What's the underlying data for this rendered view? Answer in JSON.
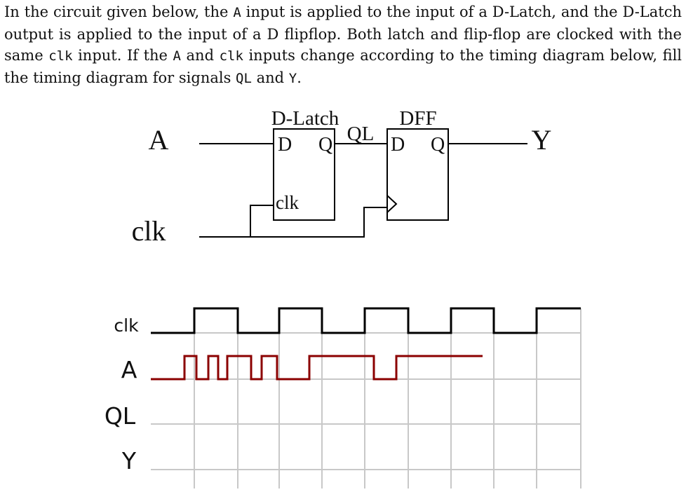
{
  "question": {
    "parts": [
      "In the circuit given below, the ",
      "A",
      " input is applied to the input of a D-Latch, and the D-Latch output is applied to the input of a D flipflop. Both latch and flip-flop are clocked with the same ",
      "clk",
      " input. If the ",
      "A",
      " and ",
      "clk",
      " inputs change according to the timing diagram below, fill the timing diagram for signals ",
      "QL",
      " and ",
      "Y",
      "."
    ]
  },
  "circuit": {
    "input_a": "A",
    "input_clk": "clk",
    "latch_title": "D-Latch",
    "latch_d": "D",
    "latch_q": "Q",
    "latch_clk": "clk",
    "wire_label": "QL",
    "dff_title": "DFF",
    "dff_d": "D",
    "dff_q": "Q",
    "output": "Y"
  },
  "timing": {
    "signals": [
      "clk",
      "A",
      "QL",
      "Y"
    ],
    "clk_edges": [
      62,
      124,
      183,
      244,
      305,
      367,
      428,
      489,
      550
    ],
    "clk_initial": 0,
    "a_edges": [
      48,
      65,
      82,
      96,
      109,
      143,
      158,
      180,
      226,
      318,
      350
    ],
    "a_initial": 0,
    "a_end": 473,
    "colors": {
      "clk": "#000000",
      "a": "#8b0000",
      "grid": "#c8c8c8",
      "wire": "#000000"
    }
  }
}
